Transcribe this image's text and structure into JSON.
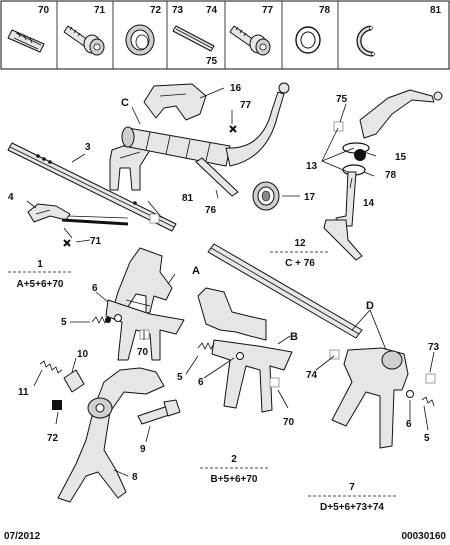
{
  "legend": {
    "cells": [
      {
        "ref": "70",
        "icon": "roll-pin-icon"
      },
      {
        "ref": "71",
        "icon": "bolt-with-washer-icon"
      },
      {
        "ref": "72",
        "icon": "seal-ring-icon"
      },
      {
        "ref": "73",
        "icon": "pin-icon",
        "extra": "74"
      },
      {
        "ref": "77",
        "icon": "screw-with-washer-icon"
      },
      {
        "ref": "78",
        "icon": "o-ring-icon"
      },
      {
        "ref": "81",
        "icon": "circlip-icon"
      }
    ],
    "ref_75": "75"
  },
  "callouts": {
    "c3": "3",
    "c4": "4",
    "c5a": "5",
    "c5b": "5",
    "c5c": "5",
    "c6a": "6",
    "c6b": "6",
    "c6c": "6",
    "c8": "8",
    "c9": "9",
    "c10": "10",
    "c11": "11",
    "c13": "13",
    "c14": "14",
    "c15": "15",
    "c16": "16",
    "c17": "17",
    "c70a": "70",
    "c70b": "70",
    "c71": "71",
    "c72": "72",
    "c73": "73",
    "c74": "74",
    "c75": "75",
    "c76": "76",
    "c77": "77",
    "c78": "78",
    "c81": "81",
    "A": "A",
    "B": "B",
    "C": "C",
    "D": "D"
  },
  "groups": [
    {
      "num": "1",
      "formula": "A+5+6+70"
    },
    {
      "num": "12",
      "formula": "C + 76"
    },
    {
      "num": "2",
      "formula": "B+5+6+70"
    },
    {
      "num": "7",
      "formula": "D+5+6+73+74"
    }
  ],
  "footer": {
    "date": "07/2012",
    "ref": "00030160"
  }
}
